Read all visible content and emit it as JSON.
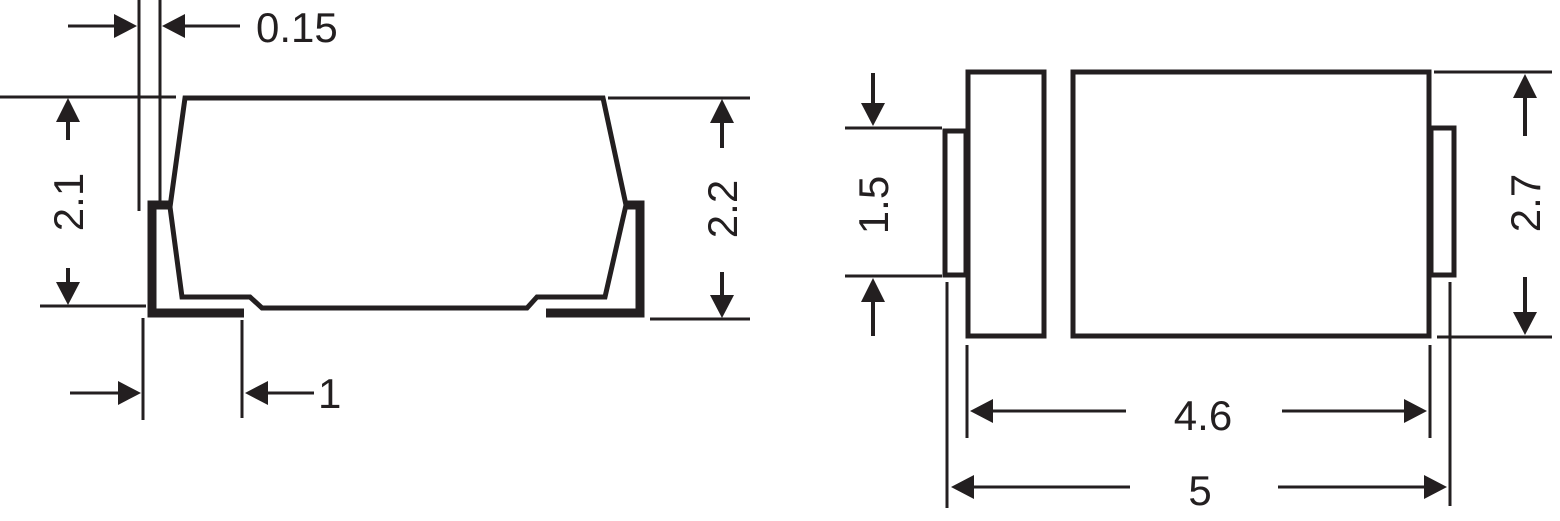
{
  "diagram": {
    "side_view": {
      "dim_lead_thickness": "0.15",
      "dim_body_height": "2.1",
      "dim_total_height": "2.2",
      "dim_lead_length": "1"
    },
    "top_view": {
      "dim_lead_width": "1.5",
      "dim_body_width": "2.7",
      "dim_body_length": "4.6",
      "dim_total_length": "5"
    },
    "colors": {
      "line": "#231f20",
      "background": "#ffffff"
    }
  }
}
